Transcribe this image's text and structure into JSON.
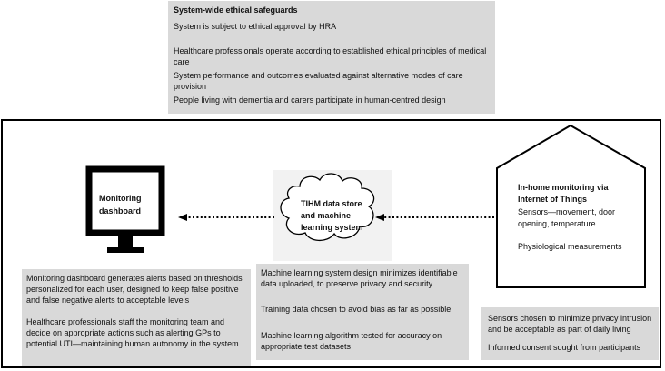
{
  "safeguards": {
    "title": "System-wide ethical safeguards",
    "items": [
      "System is subject to ethical approval by HRA",
      "Healthcare professionals operate according to established ethical principles of medical care",
      "System performance and outcomes evaluated against alternative modes of care provision",
      "People living with dementia and carers participate in human-centred design"
    ]
  },
  "dashboard": {
    "label_line1": "Monitoring",
    "label_line2": "dashboard",
    "notes": [
      [
        "Monitoring dashboard generates alerts based on thresholds",
        "personalized for each user, designed to keep false positive",
        "and false negative alerts to acceptable levels"
      ],
      [
        "Healthcare professionals staff the monitoring team and",
        "decide on appropriate actions such as alerting GPs to",
        "potential UTI—maintaining human autonomy in the system"
      ]
    ]
  },
  "datastore": {
    "label_lines": [
      "TIHM data store",
      "and machine",
      "learning system"
    ],
    "notes": [
      [
        "Machine learning system design minimizes identifiable",
        "data uploaded, to preserve privacy and security"
      ],
      [
        "Training data chosen to avoid bias as far as possible"
      ],
      [
        "Machine learning algorithm tested for accuracy on",
        "appropriate test datasets"
      ]
    ]
  },
  "home": {
    "title_line1": "In-home monitoring via",
    "title_line2": "Internet of Things",
    "sensors_lines": [
      "Sensors—movement, door",
      "opening, temperature"
    ],
    "physio": "Physiological measurements",
    "notes": [
      [
        "Sensors chosen to minimize privacy intrusion",
        "and be acceptable as part of daily living"
      ],
      [
        "Informed consent sought from participants"
      ]
    ]
  },
  "colors": {
    "box_fill": "#d9d9d9",
    "cloud_bg": "#f2f2f2",
    "line": "#000000"
  }
}
